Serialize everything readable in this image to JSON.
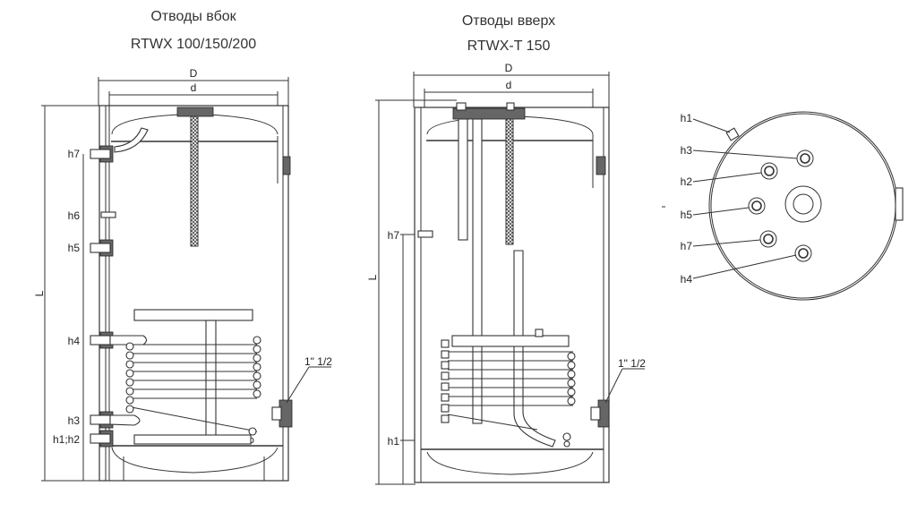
{
  "left_diagram": {
    "title_line1": "Отводы вбок",
    "title_line2": "RTWX 100/150/200",
    "dim_outer": "D",
    "dim_inner": "d",
    "dim_length": "L",
    "connection_labels": [
      "h7",
      "h6",
      "h5",
      "h4",
      "h3",
      "h1;h2"
    ],
    "flange_label": "1\" 1/2"
  },
  "middle_diagram": {
    "title_line1": "Отводы вверх",
    "title_line2": "RTWX-T 150",
    "dim_outer": "D",
    "dim_inner": "d",
    "dim_length": "L",
    "connection_labels": [
      "h7",
      "h1"
    ],
    "flange_label": "1\" 1/2"
  },
  "top_view": {
    "connection_labels": [
      "h1",
      "h3",
      "h2",
      "h5",
      "h7",
      "h4"
    ]
  }
}
